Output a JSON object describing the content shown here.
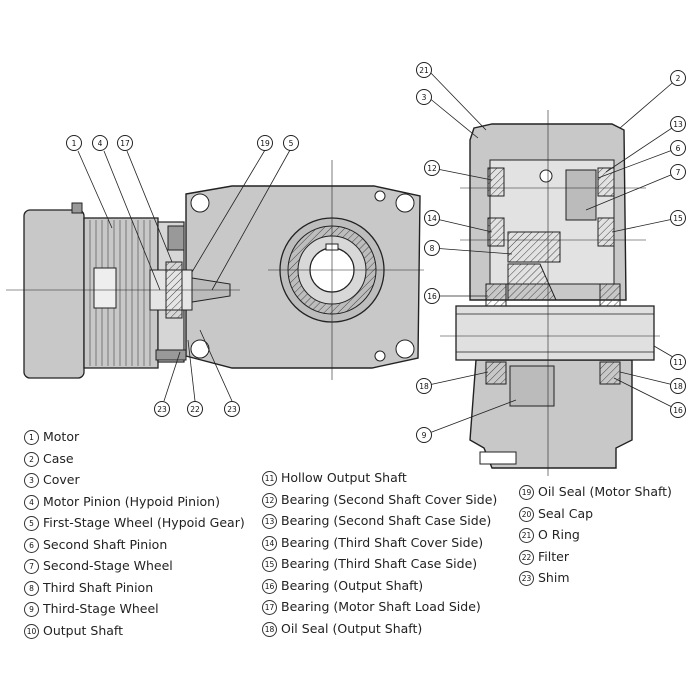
{
  "legend": [
    {
      "num": "1",
      "label": "Motor"
    },
    {
      "num": "2",
      "label": "Case"
    },
    {
      "num": "3",
      "label": "Cover"
    },
    {
      "num": "4",
      "label": "Motor Pinion (Hypoid Pinion)"
    },
    {
      "num": "5",
      "label": "First-Stage Wheel (Hypoid Gear)"
    },
    {
      "num": "6",
      "label": "Second Shaft Pinion"
    },
    {
      "num": "7",
      "label": "Second-Stage Wheel"
    },
    {
      "num": "8",
      "label": "Third Shaft Pinion"
    },
    {
      "num": "9",
      "label": "Third-Stage Wheel"
    },
    {
      "num": "10",
      "label": "Output Shaft"
    },
    {
      "num": "11",
      "label": "Hollow Output Shaft"
    },
    {
      "num": "12",
      "label": "Bearing (Second Shaft Cover Side)"
    },
    {
      "num": "13",
      "label": "Bearing (Second Shaft Case Side)"
    },
    {
      "num": "14",
      "label": "Bearing (Third Shaft Cover Side)"
    },
    {
      "num": "15",
      "label": "Bearing (Third Shaft Case Side)"
    },
    {
      "num": "16",
      "label": "Bearing (Output Shaft)"
    },
    {
      "num": "17",
      "label": "Bearing (Motor Shaft Load Side)"
    },
    {
      "num": "18",
      "label": "Oil Seal (Output Shaft)"
    },
    {
      "num": "19",
      "label": "Oil Seal (Motor Shaft)"
    },
    {
      "num": "20",
      "label": "Seal Cap"
    },
    {
      "num": "21",
      "label": "O Ring"
    },
    {
      "num": "22",
      "label": "Filter"
    },
    {
      "num": "23",
      "label": "Shim"
    }
  ],
  "callouts": [
    {
      "num": "1"
    },
    {
      "num": "4"
    },
    {
      "num": "17"
    },
    {
      "num": "19"
    },
    {
      "num": "5"
    },
    {
      "num": "23"
    },
    {
      "num": "22"
    },
    {
      "num": "23"
    },
    {
      "num": "21"
    },
    {
      "num": "3"
    },
    {
      "num": "2"
    },
    {
      "num": "13"
    },
    {
      "num": "6"
    },
    {
      "num": "12"
    },
    {
      "num": "7"
    },
    {
      "num": "14"
    },
    {
      "num": "15"
    },
    {
      "num": "8"
    },
    {
      "num": "16"
    },
    {
      "num": "11"
    },
    {
      "num": "18"
    },
    {
      "num": "18"
    },
    {
      "num": "16"
    },
    {
      "num": "9"
    }
  ],
  "colors": {
    "housing": "#c8c8c8",
    "housing_dark": "#a9a9a9",
    "line": "#222222",
    "background": "#ffffff"
  }
}
